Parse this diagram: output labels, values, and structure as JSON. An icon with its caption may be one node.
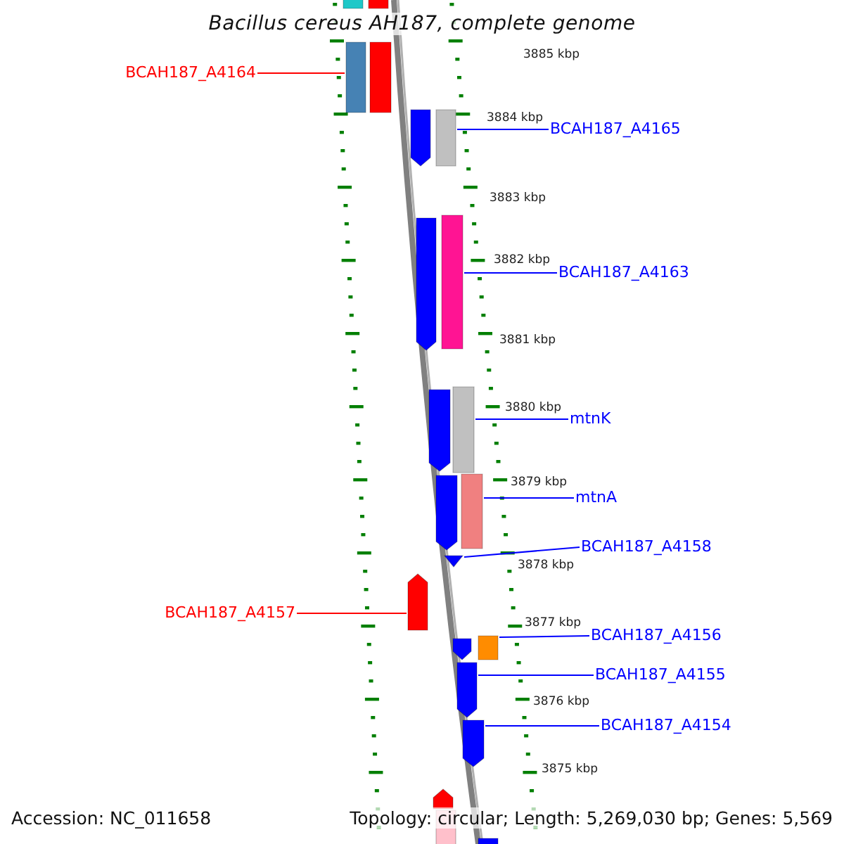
{
  "diagram": {
    "title": "Bacillus cereus AH187, complete genome",
    "nodes": [
      {
        "text": [
          "BCAH187_A4164"
        ]
      },
      {
        "text": [
          "BCAH187_A4165"
        ]
      },
      {
        "text": [
          "BCAH187_A4163"
        ]
      },
      {
        "text": [
          "mtnK"
        ]
      },
      {
        "text": [
          "mtnA"
        ]
      },
      {
        "text": [
          "BCAH187_A4158"
        ]
      },
      {
        "text": [
          "BCAH187_A4157"
        ]
      },
      {
        "text": [
          "BCAH187_A4156"
        ]
      },
      {
        "text": [
          "BCAH187_A4155"
        ]
      },
      {
        "text": [
          "BCAH187_A4154"
        ]
      },
      {
        "text": [],
        "shape": "box"
      },
      {
        "text": [],
        "shape": "box"
      },
      {
        "text": [],
        "shape": "box"
      },
      {
        "text": [],
        "shape": "box"
      },
      {
        "text": [],
        "shape": "box"
      },
      {
        "text": [],
        "shape": "box"
      },
      {
        "text": [],
        "shape": "box"
      },
      {
        "text": [],
        "shape": "box"
      },
      {
        "text": [],
        "shape": "box"
      },
      {
        "text": [],
        "shape": "box"
      },
      {
        "text": [],
        "shape": "box"
      },
      {
        "text": [],
        "shape": "box"
      },
      {
        "text": [],
        "shape": "box"
      },
      {
        "text": [],
        "shape": "box"
      },
      {
        "text": [],
        "shape": "box"
      },
      {
        "text": [],
        "shape": "box"
      },
      {
        "text": [],
        "shape": "box"
      },
      {
        "text": [],
        "shape": "box"
      },
      {
        "text": [],
        "shape": "box"
      },
      {
        "text": [],
        "shape": "box"
      },
      {
        "text": [],
        "shape": "box"
      }
    ],
    "edges": [
      {
        "from": 0,
        "to": 12,
        "arrow": "none",
        "color": "#ff0000"
      },
      {
        "from": 1,
        "to": 15,
        "arrow": "none"
      },
      {
        "from": 2,
        "to": 17,
        "arrow": "none"
      },
      {
        "from": 3,
        "to": 19,
        "arrow": "none"
      },
      {
        "from": 4,
        "to": 21,
        "arrow": "none"
      },
      {
        "from": 5,
        "to": 22,
        "arrow": "none"
      },
      {
        "from": 6,
        "to": 23,
        "arrow": "none",
        "color": "#ff0000"
      },
      {
        "from": 7,
        "to": 25,
        "arrow": "none"
      },
      {
        "from": 8,
        "to": 26,
        "arrow": "none"
      },
      {
        "from": 9,
        "to": 27,
        "arrow": "none"
      }
    ],
    "labels": [
      "3885 kbp",
      "3884 kbp",
      "3883 kbp",
      "3882 kbp",
      "3881 kbp",
      "3880 kbp",
      "3879 kbp",
      "3878 kbp",
      "3877 kbp",
      "3876 kbp",
      "3875 kbp",
      "Accession: NC_011658",
      "Topology: circular; Length: 5,269,030 bp; Genes: 5,569"
    ]
  }
}
